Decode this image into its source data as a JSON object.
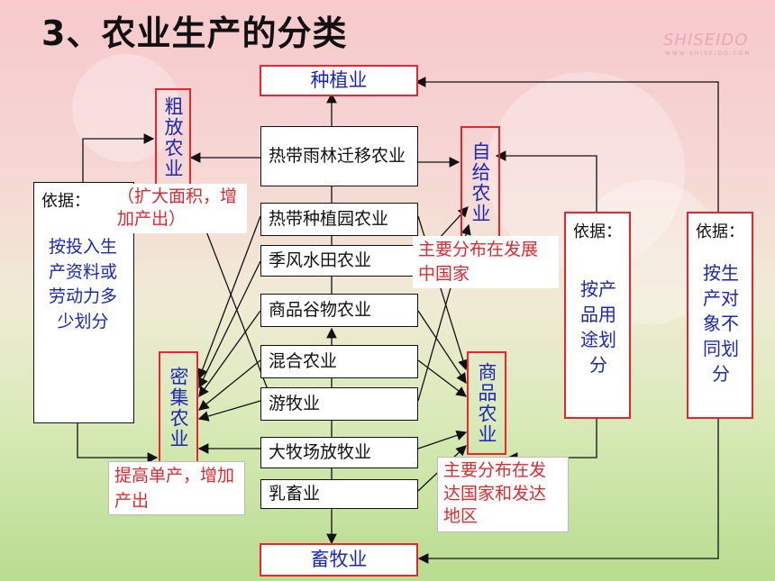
{
  "title": "3、农业生产的分类",
  "logo": {
    "name": "SHISEIDO",
    "url": "WWW.SHISEIDO.COM"
  },
  "nodes": {
    "planting": "种植业",
    "livestock": "畜牧业",
    "extensive": "粗放农业",
    "intensive": "密集农业",
    "subsistence": "自给农业",
    "commercial": "商品农业"
  },
  "subtypes": [
    "热带雨林迁移农业",
    "热带种植园农业",
    "季风水田农业",
    "商品谷物农业",
    "混合农业",
    "游牧业",
    "大牧场放牧业",
    "乳畜业"
  ],
  "basis": {
    "left": {
      "head": "依据：",
      "body": "按投入生产资料或劳动力多少划分"
    },
    "mid": {
      "head": "依据：",
      "body": "按产品用途划分"
    },
    "right": {
      "head": "依据：",
      "body": "按生产对象不同划分"
    }
  },
  "notes": {
    "extensive": "（扩大面积，增加产出）",
    "intensive": "提高单产，增加产出",
    "subsistence": "主要分布在发展中国家",
    "commercial": "主要分布在发达国家和发达地区"
  }
}
